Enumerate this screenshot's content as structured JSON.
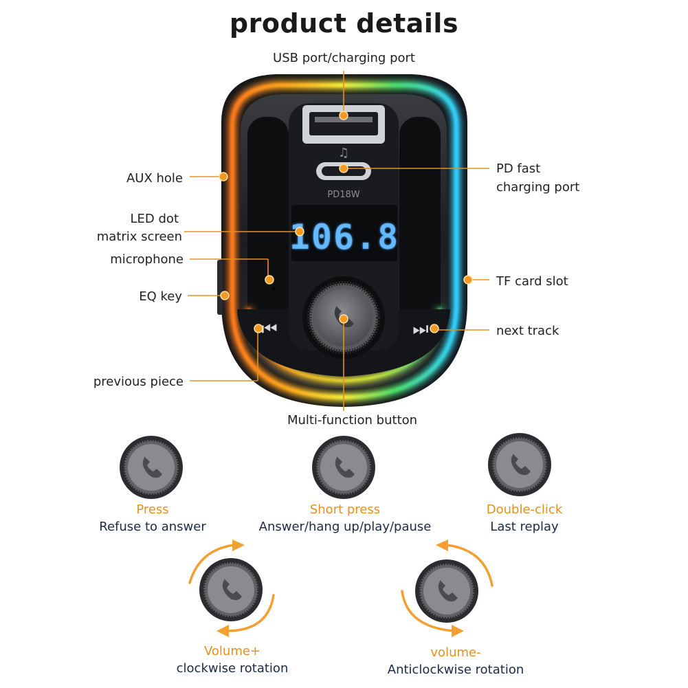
{
  "title": "product details",
  "screen": {
    "frequency": "106.8",
    "pd_label": "PD18W"
  },
  "callouts": {
    "usb_port": "USB port/charging port",
    "aux_hole": "AUX hole",
    "pd_fast_line1": "PD fast",
    "pd_fast_line2": "charging port",
    "led_line1": "LED dot",
    "led_line2": "matrix screen",
    "microphone": "microphone",
    "tf_card": "TF card slot",
    "eq_key": "EQ key",
    "next_track": "next track",
    "previous_piece": "previous piece",
    "multi_function": "Multi-function button"
  },
  "actions": [
    {
      "action": "Press",
      "description": "Refuse to answer"
    },
    {
      "action": "Short press",
      "description": "Answer/hang up/play/pause"
    },
    {
      "action": "Double-click",
      "description": "Last replay"
    },
    {
      "action": "Volume+",
      "description": "clockwise rotation"
    },
    {
      "action": "volume-",
      "description": "Anticlockwise rotation"
    }
  ],
  "icons": {
    "knob": "phone-icon",
    "prev": "previous-track-icon",
    "next": "next-track-icon",
    "music": "music-note-icon"
  },
  "colors": {
    "accent": "#e8901d",
    "text": "#222222",
    "desc": "#1d2a44",
    "display": "#3aa0ff",
    "body": "#1e2023"
  }
}
